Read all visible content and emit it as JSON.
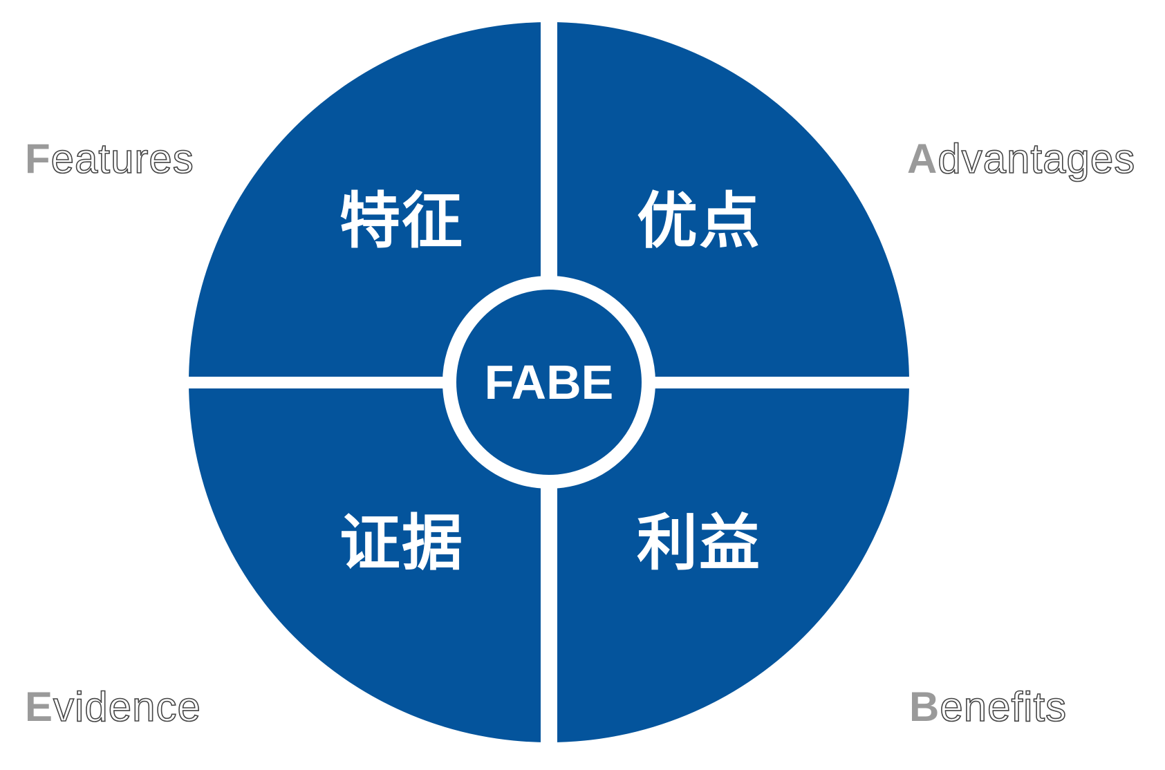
{
  "diagram": {
    "title": "FABE",
    "colors": {
      "quadrant": "#04549c",
      "divider": "#ffffff",
      "label_text": "#444444",
      "label_initial": "#9a9a9a"
    },
    "quadrants": [
      {
        "position": "top-left",
        "chinese": "特征",
        "initial": "F",
        "rest": "eatures"
      },
      {
        "position": "top-right",
        "chinese": "优点",
        "initial": "A",
        "rest": "dvantages"
      },
      {
        "position": "bottom-left",
        "chinese": "证据",
        "initial": "E",
        "rest": "vidence"
      },
      {
        "position": "bottom-right",
        "chinese": "利益",
        "initial": "B",
        "rest": "enefits"
      }
    ]
  }
}
